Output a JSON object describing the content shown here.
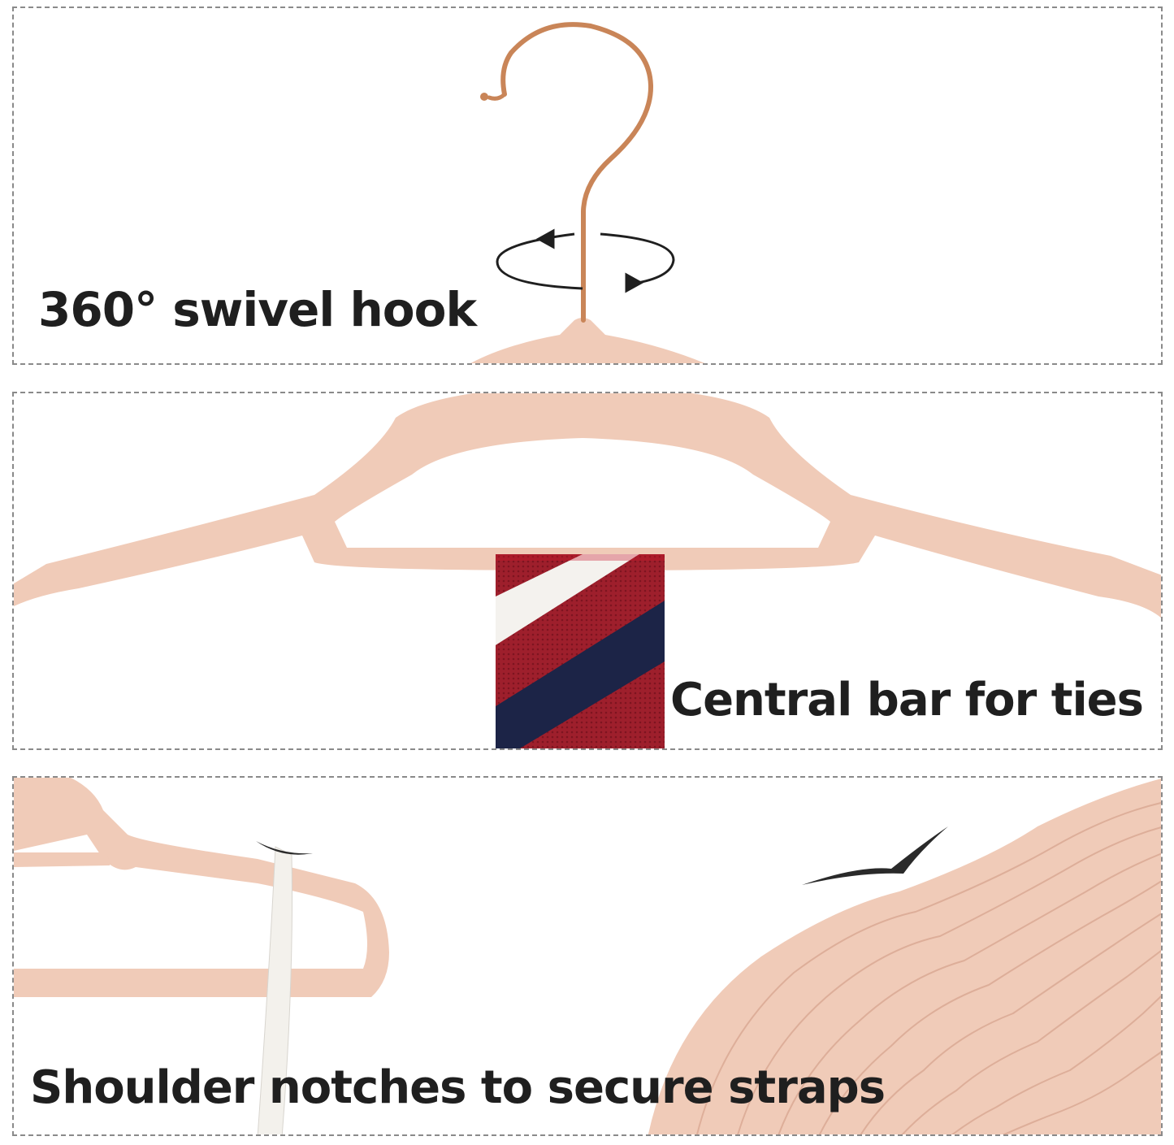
{
  "panels": [
    {
      "caption": "360° swivel hook"
    },
    {
      "caption": "Central bar for ties"
    },
    {
      "caption": "Shoulder notches to secure straps"
    }
  ],
  "colors": {
    "hanger_velvet": "#f0cbb8",
    "hook_rose_gold": "#c98558",
    "tie_red": "#9e1f2c",
    "tie_navy": "#1c2447",
    "tie_white": "#f4f2ee",
    "text": "#1f1f1f",
    "dash_border": "#8a8a8a"
  },
  "icons": [
    "rotation-arrows-icon",
    "motion-swoosh-icon"
  ]
}
